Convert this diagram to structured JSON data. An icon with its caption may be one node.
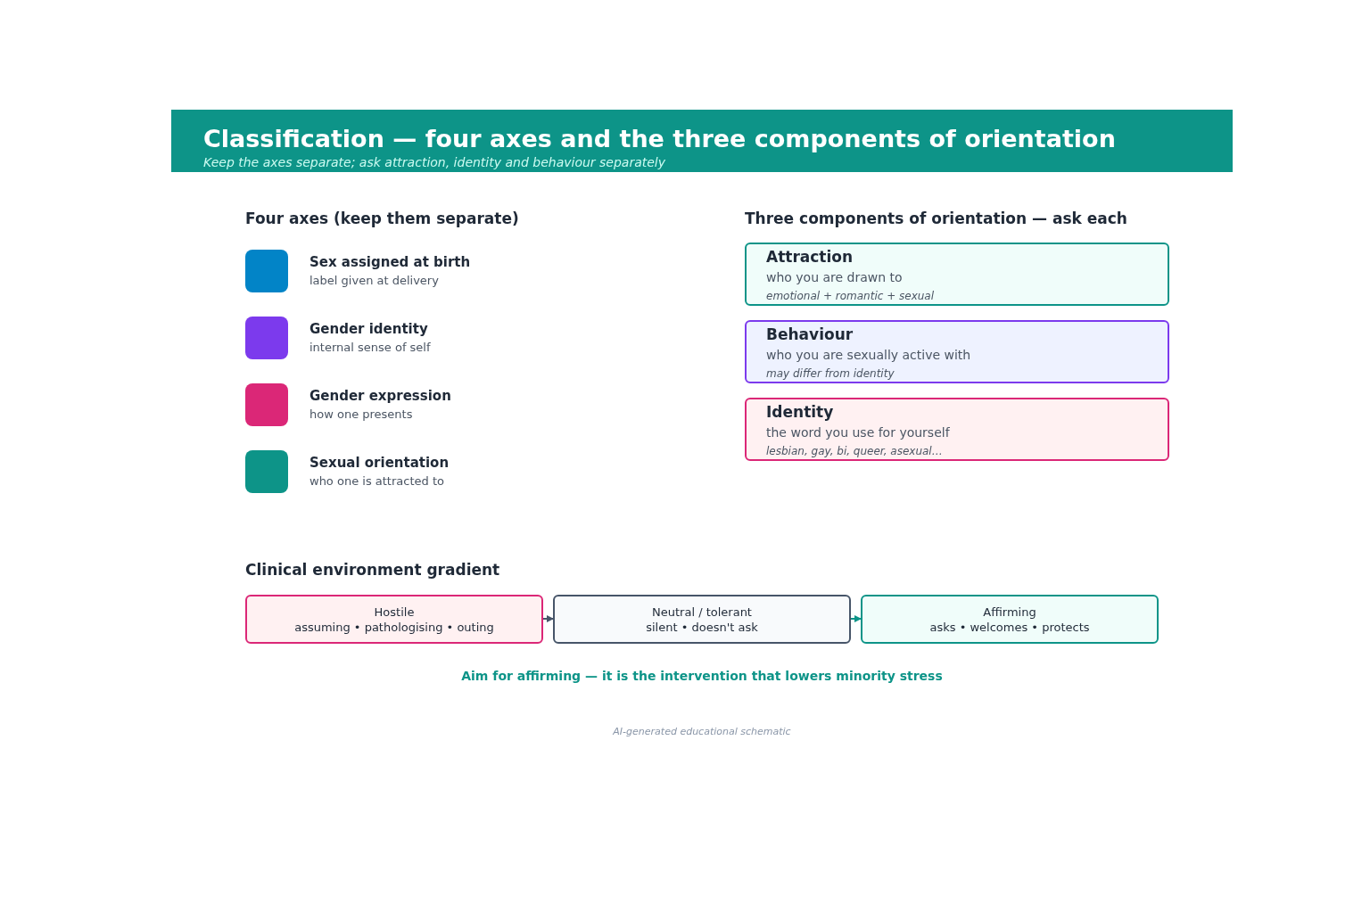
{
  "diagram": {
    "title": "Classification — four axes and the three components of orientation",
    "nodes": [
      {
        "text": [],
        "shape": "box",
        "beside": [
          "Sex assigned at birth",
          "label given at delivery"
        ]
      },
      {
        "text": [],
        "shape": "box",
        "beside": [
          "Gender identity",
          "internal sense of self"
        ]
      },
      {
        "text": [],
        "shape": "box",
        "beside": [
          "Gender expression",
          "how one presents"
        ]
      },
      {
        "text": [],
        "shape": "box",
        "beside": [
          "Sexual orientation",
          "who one is attracted to"
        ]
      },
      {
        "text": [
          "Attraction",
          "who you are drawn to",
          "emotional + romantic + sexual"
        ]
      },
      {
        "text": [
          "Behaviour",
          "who you are sexually active with",
          "may differ from identity"
        ]
      },
      {
        "text": [
          "Identity",
          "the word you use for yourself",
          "lesbian, gay, bi, queer, asexual…"
        ]
      },
      {
        "text": [
          "Hostile",
          "assuming • pathologising • outing"
        ]
      },
      {
        "text": [
          "Neutral / tolerant",
          "silent • doesn't ask"
        ]
      },
      {
        "text": [
          "Affirming",
          "asks • welcomes • protects"
        ]
      }
    ],
    "edges": [
      {
        "from": 7,
        "to": 8,
        "arrow": "to",
        "color": "#475569"
      },
      {
        "from": 8,
        "to": 9,
        "arrow": "to",
        "color": "#0d9488"
      }
    ],
    "labels": [
      "Keep the axes separate; ask attraction, identity and behaviour separately",
      "Four axes (keep them separate)",
      "Three components of orientation — ask each",
      "Clinical environment gradient",
      "Aim for affirming — it is the intervention that lowers minority stress",
      "AI-generated educational schematic"
    ]
  }
}
